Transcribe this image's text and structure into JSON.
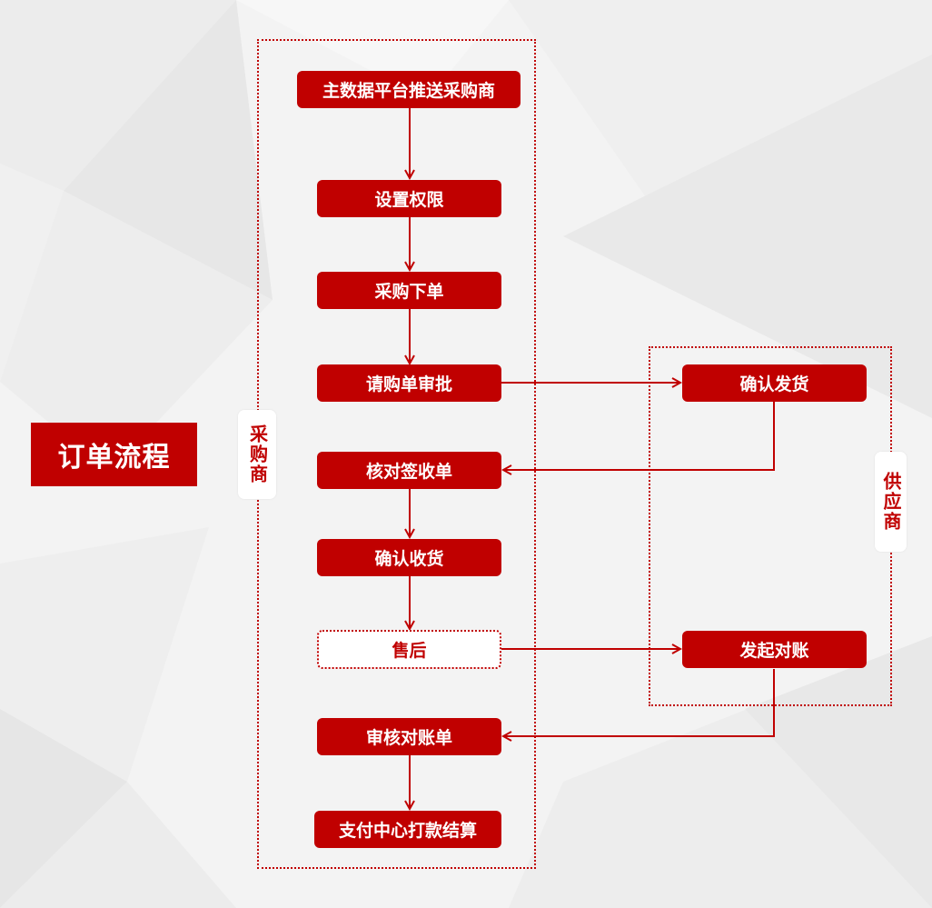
{
  "title": "订单流程",
  "lanes": {
    "buyer": "采购商",
    "supplier": "供应商"
  },
  "nodes": {
    "push": "主数据平台推送采购商",
    "permissions": "设置权限",
    "order": "采购下单",
    "approval": "请购单审批",
    "confirm_ship": "确认发货",
    "verify_receipt": "核对签收单",
    "confirm_receive": "确认收货",
    "after_sales": "售后",
    "start_reconcile": "发起对账",
    "review_statement": "审核对账单",
    "payment": "支付中心打款结算"
  },
  "colors": {
    "accent": "#c00000",
    "background": "#f3f3f3"
  }
}
